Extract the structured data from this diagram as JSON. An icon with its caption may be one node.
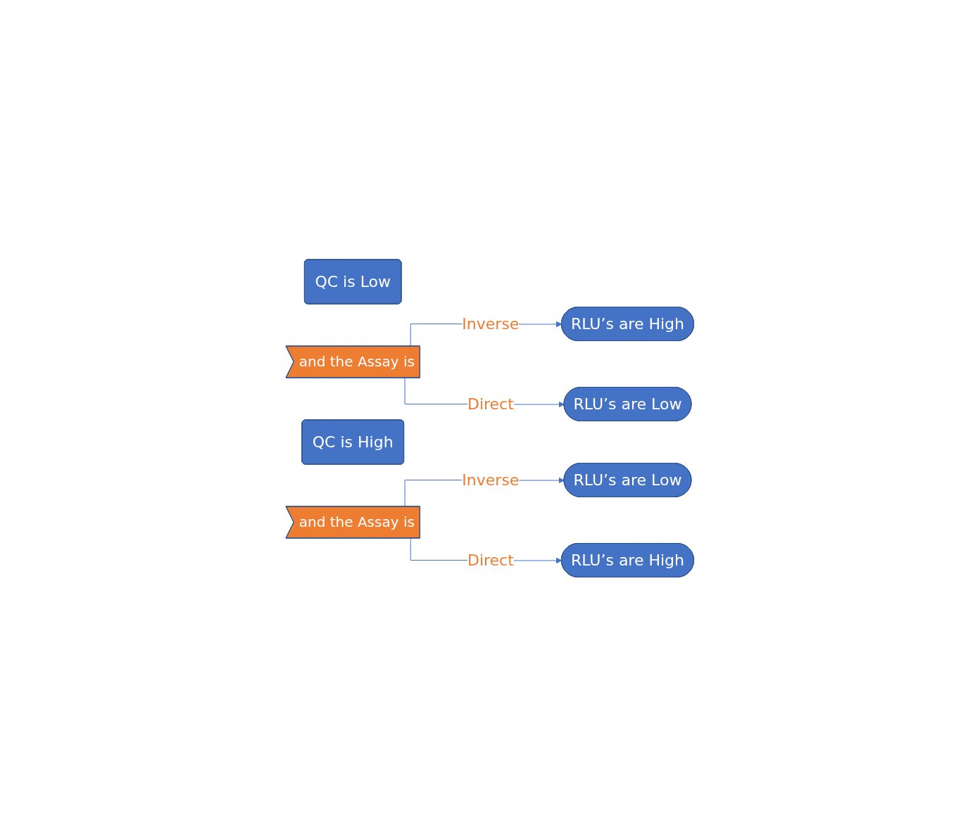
{
  "diagram": {
    "nodes": [
      {
        "text": [
          "QC is Low"
        ]
      },
      {
        "text": [
          "and the Assay is"
        ]
      },
      {
        "text": [
          "RLU’s are High"
        ]
      },
      {
        "text": [
          "RLU’s are Low"
        ]
      },
      {
        "text": [
          "QC is High"
        ]
      },
      {
        "text": [
          "and the Assay is"
        ]
      },
      {
        "text": [
          "RLU’s are Low"
        ]
      },
      {
        "text": [
          "RLU’s are High"
        ]
      }
    ],
    "edges": [
      {
        "from": 1,
        "to": 2,
        "arrow": "to",
        "label": "Inverse"
      },
      {
        "from": 1,
        "to": 3,
        "arrow": "to",
        "label": "Direct"
      },
      {
        "from": 5,
        "to": 6,
        "arrow": "to",
        "label": "Inverse"
      },
      {
        "from": 5,
        "to": 7,
        "arrow": "to",
        "label": "Direct"
      }
    ]
  }
}
